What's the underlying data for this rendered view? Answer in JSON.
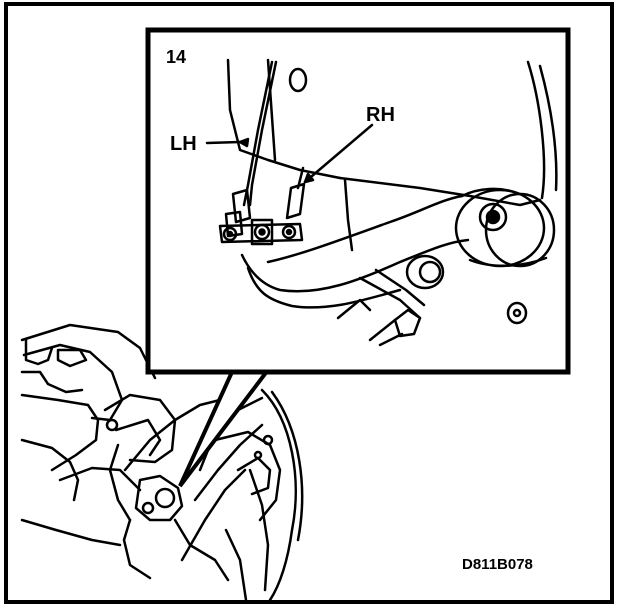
{
  "figure": {
    "step_number": "14",
    "callouts": {
      "left": "LH",
      "right": "RH"
    },
    "reference_code": "D811B078"
  }
}
